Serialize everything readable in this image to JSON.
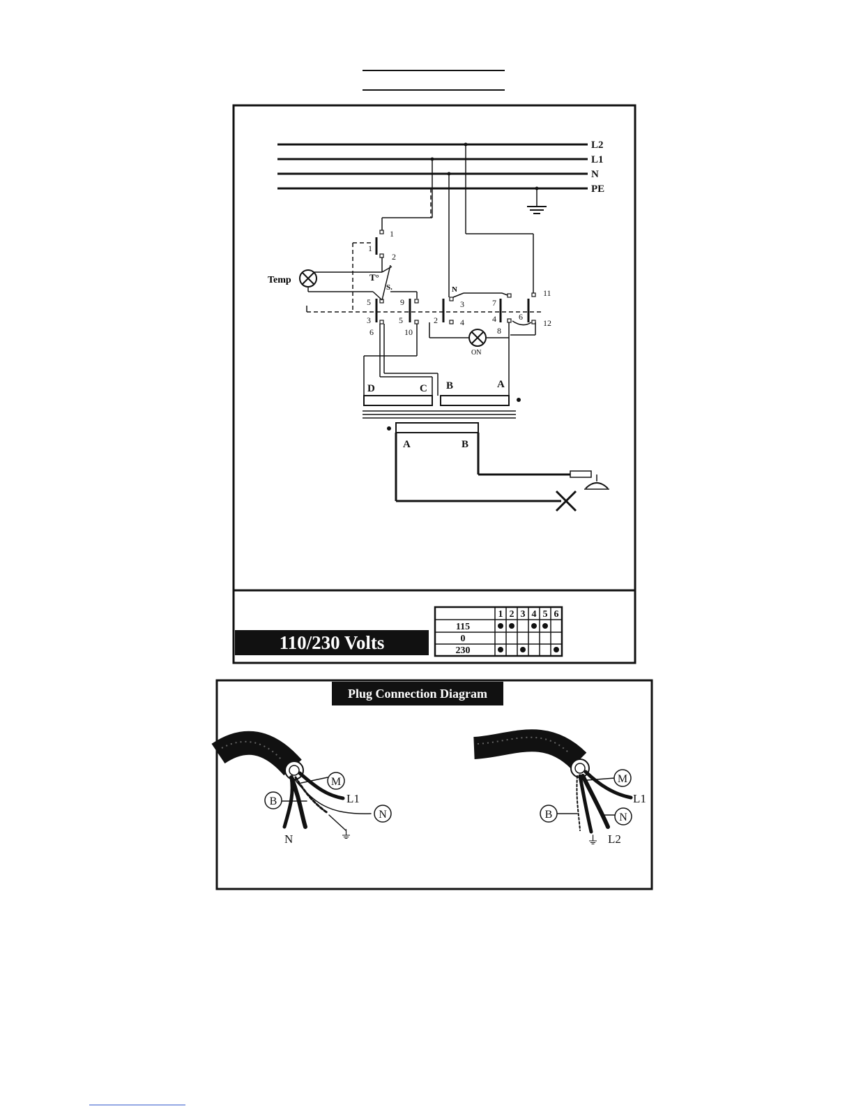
{
  "schematic": {
    "bus_labels": [
      "L2",
      "L1",
      "N",
      "PE"
    ],
    "lamp_temp_label": "Temp",
    "lamp_on_label": "ON",
    "thermostat_label": "T°",
    "switch_s_label": "S.",
    "neutral_tag": "N",
    "contact_numbers": [
      "1",
      "2",
      "1",
      "5",
      "3",
      "6",
      "9",
      "5",
      "10",
      "2",
      "3",
      "4",
      "7",
      "4",
      "8",
      "6",
      "11",
      "12"
    ],
    "primary_winding_labels": [
      "D",
      "C",
      "B",
      "A"
    ],
    "secondary_winding_labels": [
      "A",
      "B"
    ]
  },
  "voltage_banner": "110/230 Volts",
  "switch_table": {
    "columns": [
      "1",
      "2",
      "3",
      "4",
      "5",
      "6"
    ],
    "rows": [
      {
        "label": "115",
        "dots": [
          true,
          true,
          false,
          true,
          true,
          false
        ]
      },
      {
        "label": "0",
        "dots": [
          false,
          false,
          false,
          false,
          false,
          false
        ]
      },
      {
        "label": "230",
        "dots": [
          true,
          false,
          true,
          false,
          false,
          true
        ]
      }
    ]
  },
  "plug": {
    "title": "Plug Connection Diagram",
    "left_cable": {
      "circle_labels": [
        "M",
        "B",
        "N"
      ],
      "wire_labels": [
        "L1",
        "N",
        "⏚"
      ]
    },
    "right_cable": {
      "circle_labels": [
        "M",
        "B",
        "N"
      ],
      "wire_labels": [
        "L1",
        "⏚",
        "L2"
      ]
    }
  }
}
